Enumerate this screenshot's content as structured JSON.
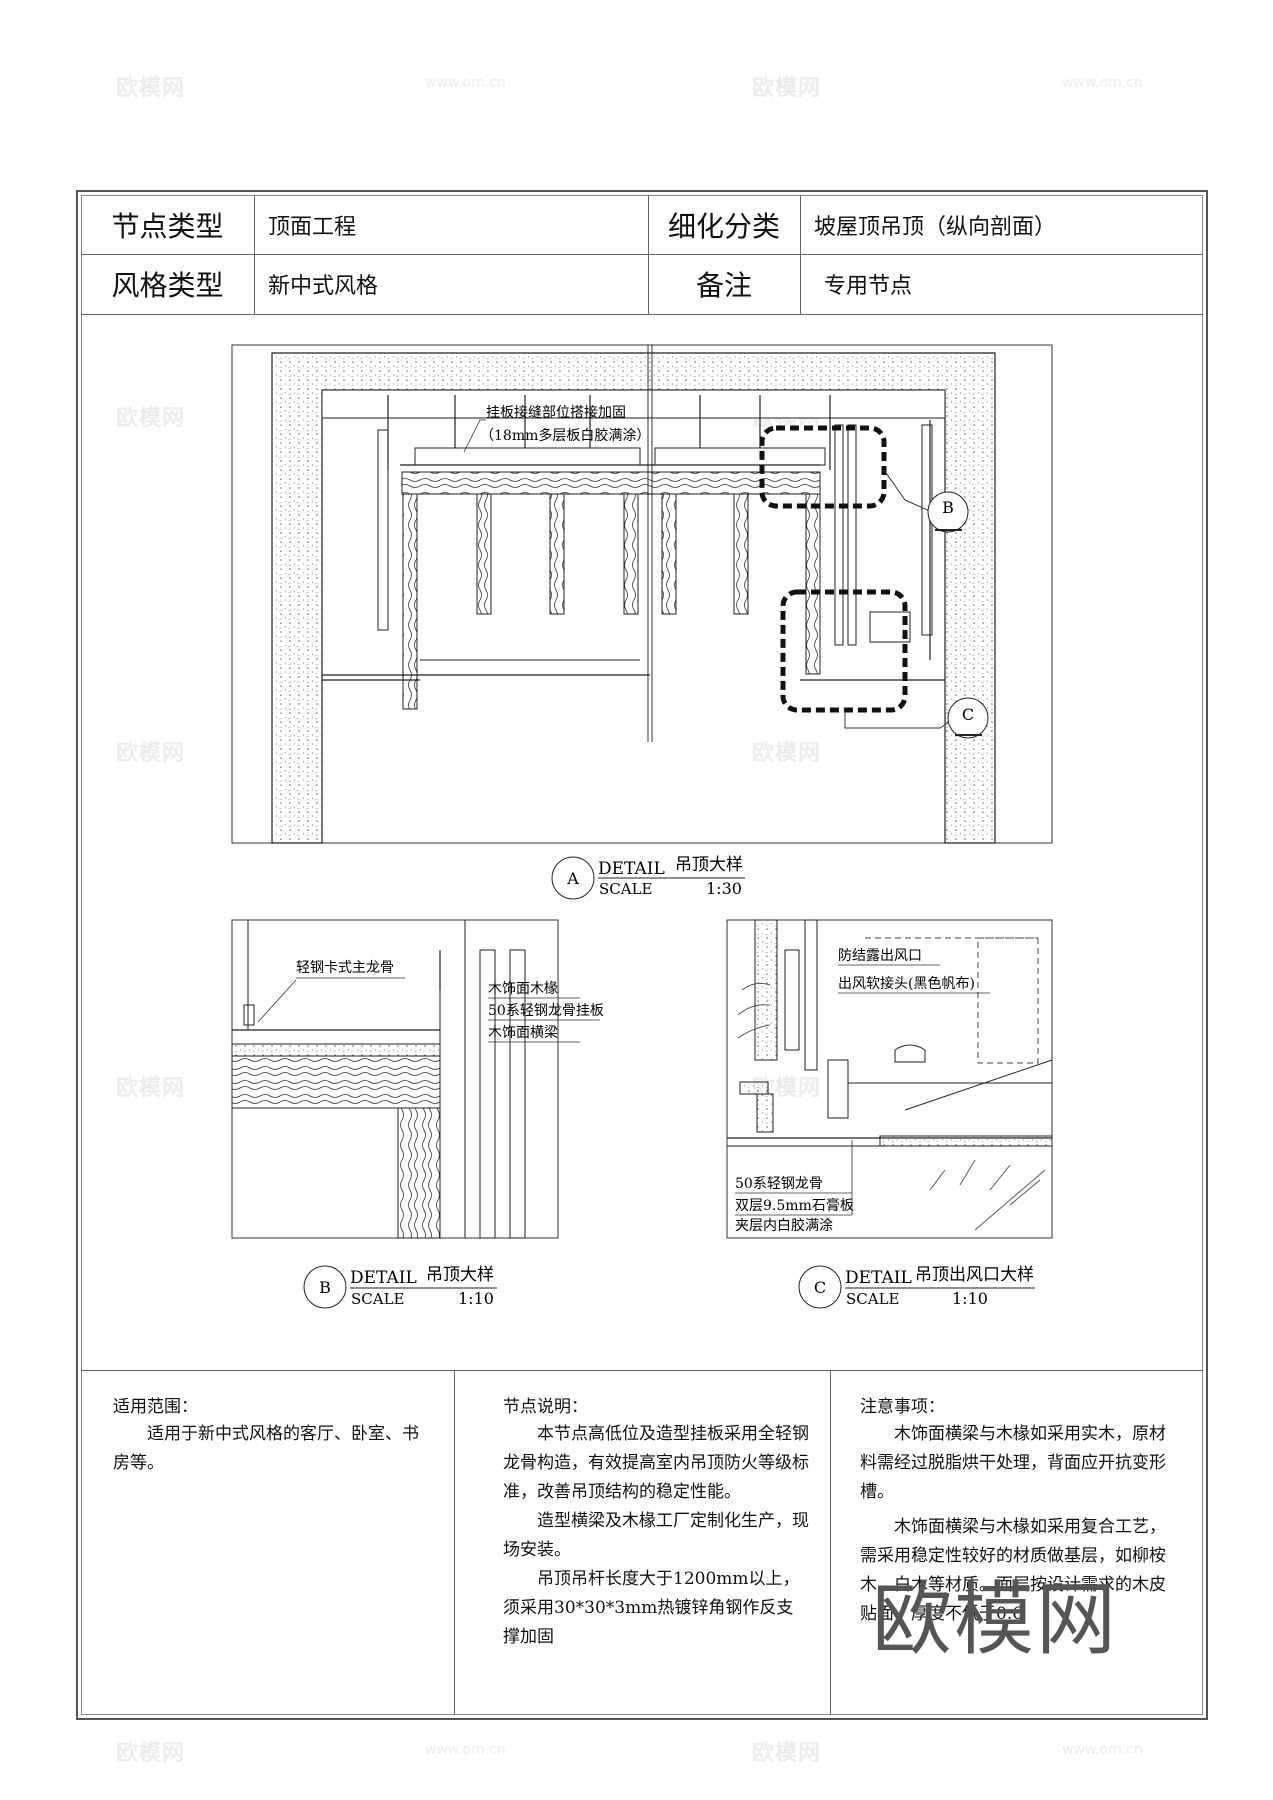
{
  "header": {
    "node_type_label": "节点类型",
    "node_type_value": "顶面工程",
    "sub_class_label": "细化分类",
    "sub_class_value": "坡屋顶吊顶（纵向剖面）",
    "style_label": "风格类型",
    "style_value": "新中式风格",
    "remark_label": "备注",
    "remark_value": "专用节点"
  },
  "detail_a": {
    "circle": "A",
    "detail_word": "DETAIL",
    "title": "吊顶大样",
    "scale_word": "SCALE",
    "scale": "1:30",
    "note_line1": "挂板接缝部位搭接加固",
    "note_line2": "（18mm多层板白胶满涂）",
    "callout_b": "B",
    "callout_c": "C"
  },
  "detail_b": {
    "circle": "B",
    "detail_word": "DETAIL",
    "title": "吊顶大样",
    "scale_word": "SCALE",
    "scale": "1:10",
    "label_main_keel": "轻钢卡式主龙骨",
    "label_rafter": "木饰面木椽",
    "label_hanger": "50系轻钢龙骨挂板",
    "label_beam": "木饰面横梁"
  },
  "detail_c": {
    "circle": "C",
    "detail_word": "DETAIL",
    "title": "吊顶出风口大样",
    "scale_word": "SCALE",
    "scale": "1:10",
    "label_outlet": "防结露出风口",
    "label_joint": "出风软接头(黑色帆布)",
    "label_keel": "50系轻钢龙骨",
    "label_gypsum": "双层9.5mm石膏板",
    "label_glue": "夹层内白胶满涂"
  },
  "notes": {
    "scope_title": "适用范围：",
    "scope_body": [
      "适用于新中式风格的客厅、卧室、书房等。"
    ],
    "desc_title": "节点说明：",
    "desc_body": [
      "本节点高低位及造型挂板采用全轻钢龙骨构造，有效提高室内吊顶防火等级标准，改善吊顶结构的稳定性能。",
      "造型横梁及木椽工厂定制化生产，现场安装。",
      "吊顶吊杆长度大于1200mm以上，须采用30*30*3mm热镀锌角钢作反支撑加固"
    ],
    "caution_title": "注意事项：",
    "caution_body": [
      "木饰面横梁与木椽如采用实木，原材料需经过脱脂烘干处理，背面应开抗变形槽。",
      "木饰面横梁与木椽如采用复合工艺，需采用稳定性较好的材质做基层，如柳桉木、白木等材质。面层按设计需求的木皮贴面，厚度不低于0.6"
    ]
  },
  "watermark": {
    "logo": "欧模网",
    "site": "www.om.cn"
  }
}
